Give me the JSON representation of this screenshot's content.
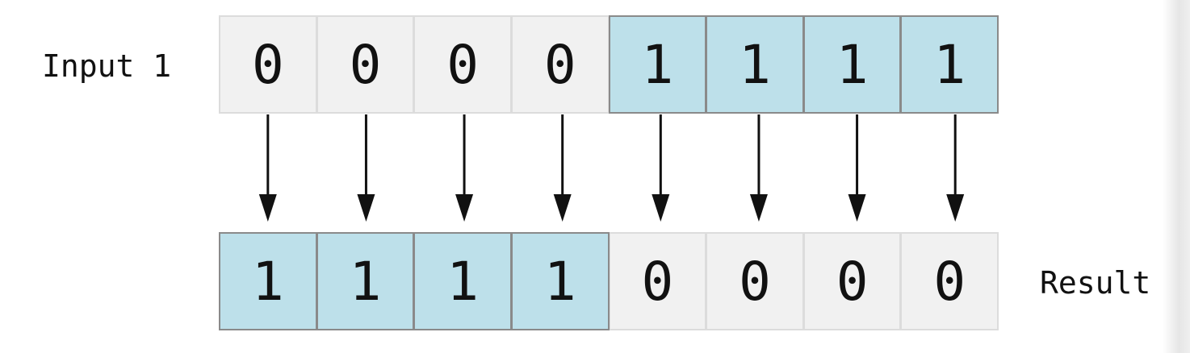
{
  "labels": {
    "input": "Input 1",
    "result": "Result"
  },
  "input_bits": [
    "0",
    "0",
    "0",
    "0",
    "1",
    "1",
    "1",
    "1"
  ],
  "result_bits": [
    "1",
    "1",
    "1",
    "1",
    "0",
    "0",
    "0",
    "0"
  ],
  "colors": {
    "bit_on": "#bde0ea",
    "bit_off": "#f1f1f1",
    "arrow": "#111111"
  }
}
